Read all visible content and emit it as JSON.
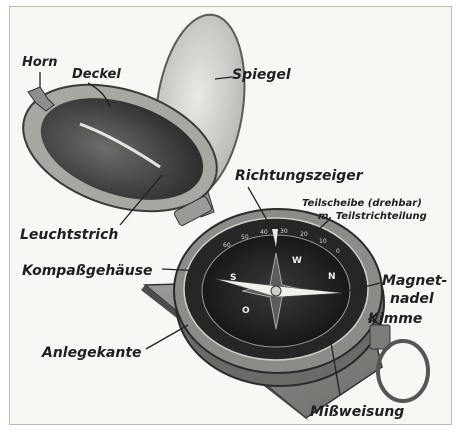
{
  "labels": {
    "horn": "Horn",
    "deckel": "Deckel",
    "spiegel": "Spiegel",
    "richtungszeiger": "Richtungszeiger",
    "teilscheibe_line1": "Teilscheibe (drehbar)",
    "teilscheibe_line2": "m. Teilstrichteilung",
    "leuchtstrich": "Leuchtstrich",
    "kompassgehaeuse": "Kompaßgehäuse",
    "magnetnadel_line1": "Magnet-",
    "magnetnadel_line2": "nadel",
    "kimme": "Kimme",
    "anlegekante": "Anlegekante",
    "missweisung": "Mißweisung"
  },
  "dial": {
    "cardinals": [
      "N",
      "O",
      "S",
      "W"
    ],
    "ticks": [
      "60",
      "50",
      "40",
      "30",
      "20",
      "10",
      "0"
    ]
  }
}
